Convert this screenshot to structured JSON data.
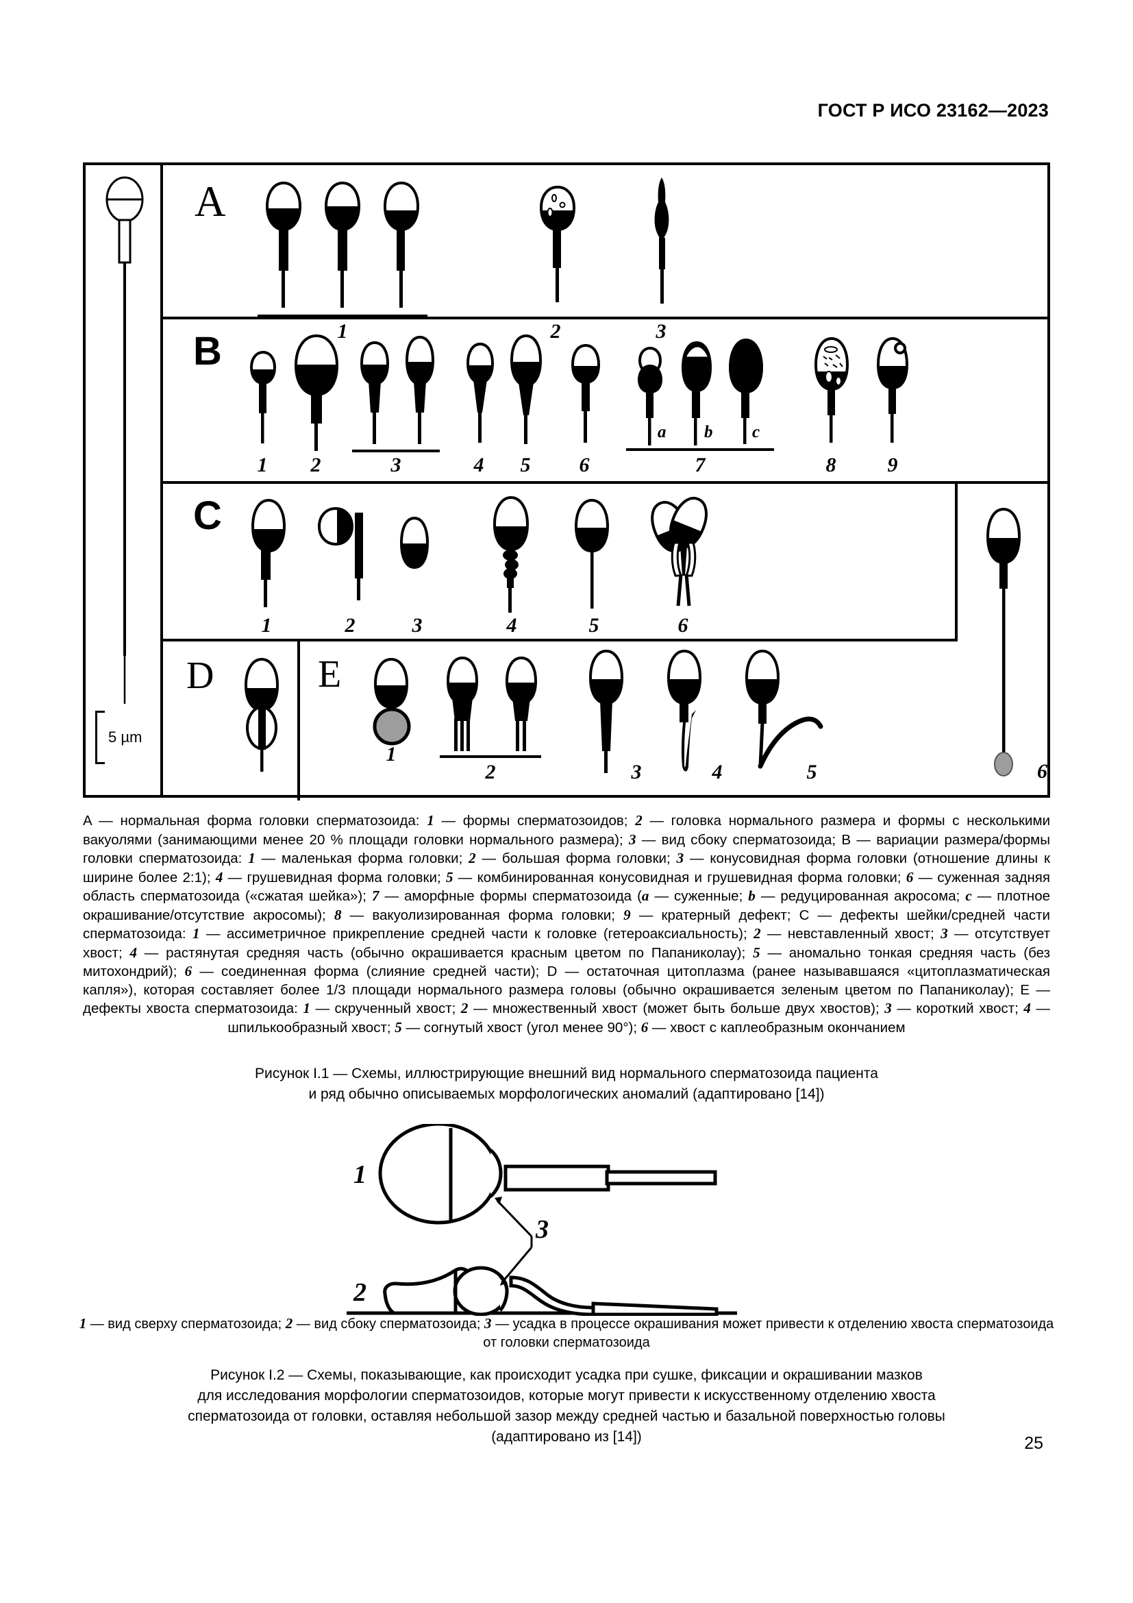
{
  "header": {
    "standard_id": "ГОСТ Р ИСО 23162—2023"
  },
  "page_number": "25",
  "figure1": {
    "scale": {
      "label": "5 µm"
    },
    "panels": [
      {
        "letter": "A",
        "items": [
          {
            "id": "1",
            "group": true,
            "count": 3
          },
          {
            "id": "2",
            "group": false
          },
          {
            "id": "3",
            "group": false
          }
        ]
      },
      {
        "letter": "B",
        "items": [
          {
            "id": "1"
          },
          {
            "id": "2"
          },
          {
            "id": "3",
            "group": true,
            "count": 2
          },
          {
            "id": "4"
          },
          {
            "id": "5"
          },
          {
            "id": "6"
          },
          {
            "id": "7",
            "group": true,
            "count": 3,
            "sub": [
              "a",
              "b",
              "c"
            ]
          },
          {
            "id": "8"
          },
          {
            "id": "9"
          }
        ]
      },
      {
        "letter": "C",
        "items": [
          {
            "id": "1"
          },
          {
            "id": "2"
          },
          {
            "id": "3"
          },
          {
            "id": "4"
          },
          {
            "id": "5"
          },
          {
            "id": "6"
          }
        ]
      },
      {
        "letter": "D",
        "items": []
      },
      {
        "letter": "E",
        "items": [
          {
            "id": "1"
          },
          {
            "id": "2",
            "group": true,
            "count": 2
          },
          {
            "id": "3"
          },
          {
            "id": "4"
          },
          {
            "id": "5"
          },
          {
            "id": "6"
          }
        ]
      }
    ],
    "legend_runs": [
      {
        "t": "A — нормальная форма головки сперматозоида: "
      },
      {
        "t": "1",
        "i": true
      },
      {
        "t": " — формы сперматозоидов; "
      },
      {
        "t": "2",
        "i": true
      },
      {
        "t": " — головка нормального размера и формы с несколькими вакуолями (занимающими менее 20 % площади головки нормального размера); "
      },
      {
        "t": "3",
        "i": true
      },
      {
        "t": " — вид сбоку сперматозоида; B — вариации размера/формы головки сперматозоида: "
      },
      {
        "t": "1",
        "i": true
      },
      {
        "t": " — маленькая форма головки; "
      },
      {
        "t": "2",
        "i": true
      },
      {
        "t": " — большая форма головки; "
      },
      {
        "t": "3",
        "i": true
      },
      {
        "t": " — конусовидная форма головки (отношение длины к ширине более 2:1); "
      },
      {
        "t": "4",
        "i": true
      },
      {
        "t": " — грушевидная форма головки; "
      },
      {
        "t": "5",
        "i": true
      },
      {
        "t": " — комбинированная конусовидная и грушевидная форма головки; "
      },
      {
        "t": "6",
        "i": true
      },
      {
        "t": " — суженная задняя область сперматозоида («сжатая шейка»); "
      },
      {
        "t": "7",
        "i": true
      },
      {
        "t": " — аморфные формы сперматозоида ("
      },
      {
        "t": "a",
        "i": true
      },
      {
        "t": " — суженные; "
      },
      {
        "t": "b",
        "i": true
      },
      {
        "t": " — редуцированная акросома; "
      },
      {
        "t": "c",
        "i": true
      },
      {
        "t": " — плотное окрашивание/отсутствие акросомы); "
      },
      {
        "t": "8",
        "i": true
      },
      {
        "t": " — вакуолизированная форма головки; "
      },
      {
        "t": "9",
        "i": true
      },
      {
        "t": " — кратерный дефект; C — дефекты шейки/средней части сперматозоида: "
      },
      {
        "t": "1",
        "i": true
      },
      {
        "t": " — ассиметричное прикрепление средней части к головке (гетероаксиальность); "
      },
      {
        "t": "2",
        "i": true
      },
      {
        "t": " — невставленный хвост; "
      },
      {
        "t": "3",
        "i": true
      },
      {
        "t": " — отсутствует хвост; "
      },
      {
        "t": "4",
        "i": true
      },
      {
        "t": " — растянутая средняя часть (обычно окрашивается красным цветом по Папаниколау); "
      },
      {
        "t": "5",
        "i": true
      },
      {
        "t": " — аномально тонкая средняя часть (без митохондрий); "
      },
      {
        "t": "6",
        "i": true
      },
      {
        "t": " — соединенная форма (слияние средней части); D — остаточная цитоплазма (ранее называвшаяся «цитоплазматическая капля»), которая составляет более 1/3 площади нормального размера головы (обычно окрашивается зеленым цветом по Папаниколау); E — дефекты хвоста сперматозоида: "
      },
      {
        "t": "1",
        "i": true
      },
      {
        "t": " — скрученный хвост; "
      },
      {
        "t": "2",
        "i": true
      },
      {
        "t": " — множественный хвост (может быть больше двух хвостов); "
      },
      {
        "t": "3",
        "i": true
      },
      {
        "t": " — короткий хвост; "
      },
      {
        "t": "4",
        "i": true
      },
      {
        "t": " — шпилькообразный хвост; "
      },
      {
        "t": "5",
        "i": true
      },
      {
        "t": " — согнутый хвост (угол менее 90°); "
      },
      {
        "t": "6",
        "i": true
      },
      {
        "t": " — хвост с каплеобразным окончанием"
      }
    ],
    "caption_line1": "Рисунок I.1 — Схемы, иллюстрирующие внешний вид нормального сперматозоида пациента",
    "caption_line2": "и ряд обычно описываемых морфологических аномалий (адаптировано [14])"
  },
  "figure2": {
    "labels": {
      "one": "1",
      "two": "2",
      "three": "3"
    },
    "legend_runs": [
      {
        "t": "1",
        "i": true
      },
      {
        "t": " — вид сверху сперматозоида; "
      },
      {
        "t": "2",
        "i": true
      },
      {
        "t": " — вид сбоку сперматозоида; "
      },
      {
        "t": "3",
        "i": true
      },
      {
        "t": " — усадка в процессе окрашивания может привести к отделению хвоста сперматозоида от головки сперматозоида"
      }
    ],
    "caption_line1": "Рисунок I.2 — Схемы, показывающие, как происходит усадка при сушке, фиксации и окрашивании мазков",
    "caption_line2": "для исследования морфологии сперматозоидов, которые могут привести к искусственному отделению хвоста",
    "caption_line3": "сперматозоида от головки, оставляя небольшой зазор между средней частью и базальной поверхностью головы",
    "caption_line4": "(адаптировано из [14])"
  },
  "colors": {
    "ink": "#000000",
    "droplet_gray": "#9d9d9d",
    "paper": "#ffffff"
  }
}
